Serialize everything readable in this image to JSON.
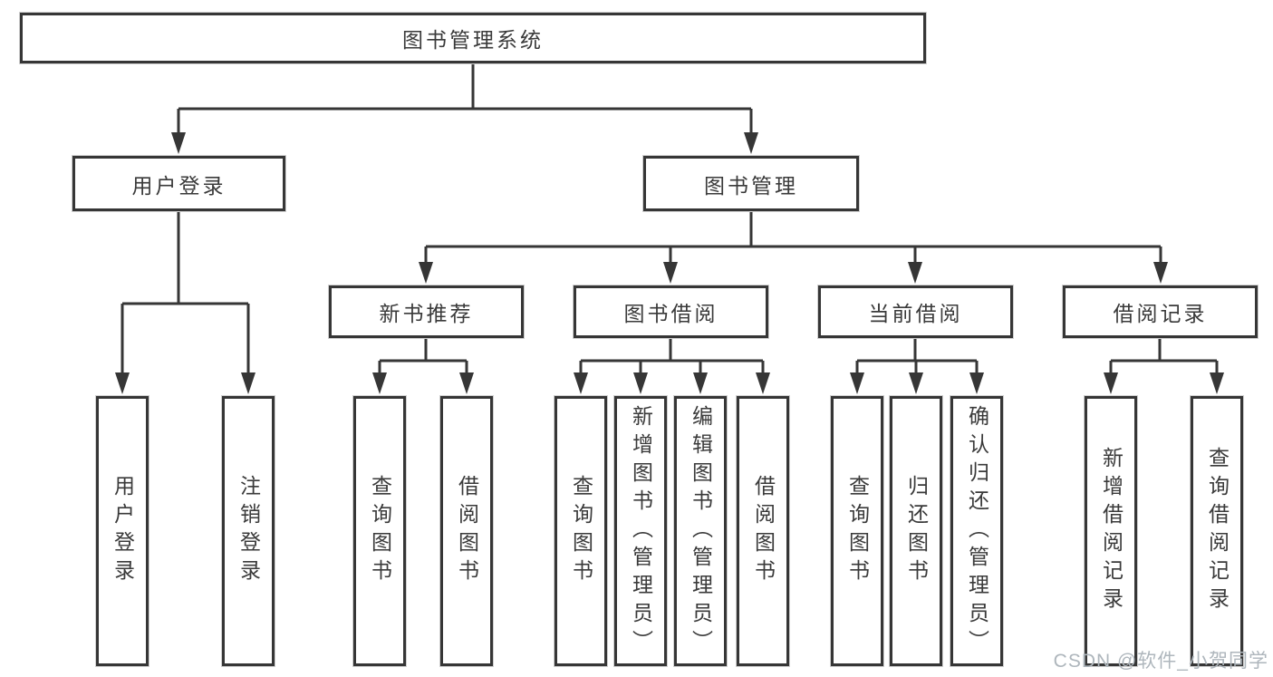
{
  "diagram": {
    "root": {
      "label": "图书管理系统"
    },
    "level2": [
      {
        "label": "用户登录",
        "children": [
          {
            "label": "用户登录"
          },
          {
            "label": "注销登录"
          }
        ]
      },
      {
        "label": "图书管理"
      }
    ],
    "level3": [
      {
        "label": "新书推荐",
        "children": [
          {
            "label": "查询图书"
          },
          {
            "label": "借阅图书"
          }
        ]
      },
      {
        "label": "图书借阅",
        "children": [
          {
            "label": "查询图书"
          },
          {
            "label": "新增图书（管理员）"
          },
          {
            "label": "编辑图书（管理员）"
          },
          {
            "label": "借阅图书"
          }
        ]
      },
      {
        "label": "当前借阅",
        "children": [
          {
            "label": "查询图书"
          },
          {
            "label": "归还图书"
          },
          {
            "label": "确认归还（管理员）"
          }
        ]
      },
      {
        "label": "借阅记录",
        "children": [
          {
            "label": "新增借阅记录"
          },
          {
            "label": "查询借阅记录"
          }
        ]
      }
    ]
  },
  "watermark": {
    "text": "CSDN @软件_小贺同学"
  },
  "colors": {
    "line": "#363636",
    "box_border": "#363636",
    "text": "#3a3a3a",
    "watermark": "#aeb6bc",
    "background": "#ffffff"
  }
}
